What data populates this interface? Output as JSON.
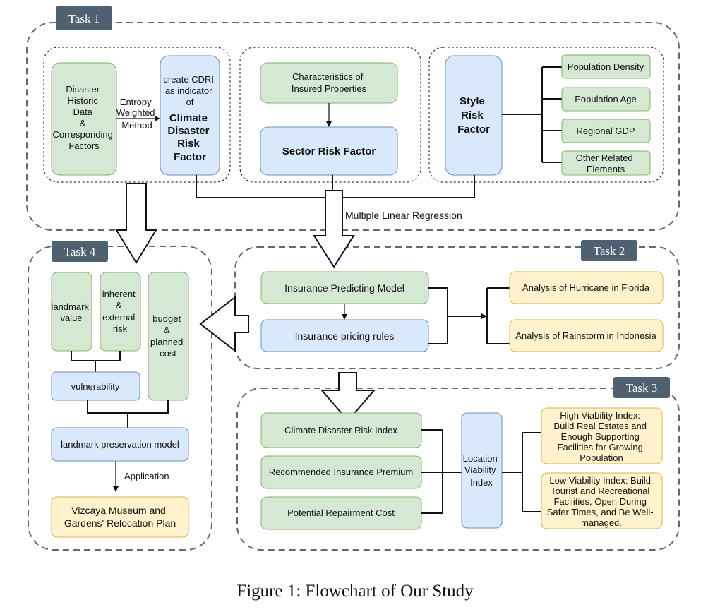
{
  "colors": {
    "green_fill": "#d5e8d4",
    "green_stroke": "#82b366",
    "blue_fill": "#dae8fc",
    "blue_stroke": "#6c8ebf",
    "yellow_fill": "#fff2cc",
    "yellow_stroke": "#d6b656",
    "tag_fill": "#4f6070",
    "dash_stroke": "#5b6b7b"
  },
  "tasks": {
    "task1": "Task 1",
    "task2": "Task 2",
    "task3": "Task 3",
    "task4": "Task 4"
  },
  "task1": {
    "disaster_data": [
      "Disaster",
      "Historic",
      "Data",
      "&",
      "Corresponding",
      "Factors"
    ],
    "entropy_label": [
      "Entropy",
      "Weighted",
      "Method"
    ],
    "cdri_intro": [
      "create CDRI",
      "as indicator",
      "of"
    ],
    "cdri_bold": [
      "Climate",
      "Disaster",
      "Risk",
      "Factor"
    ],
    "characteristics": [
      "Characteristics of",
      "Insured Properties"
    ],
    "sector_risk": "Sector Risk Factor",
    "style_risk": [
      "Style",
      "Risk",
      "Factor"
    ],
    "population_density": "Population Density",
    "population_age": "Population Age",
    "regional_gdp": "Regional GDP",
    "other_related": [
      "Other Related",
      "Elements"
    ],
    "regression_label": "Multiple Linear Regression"
  },
  "task2": {
    "predicting_model": "Insurance Predicting Model",
    "pricing_rules": "Insurance pricing rules",
    "hurricane": "Analysis of Hurricane in Florida",
    "rainstorm": "Analysis of Rainstorm in Indonesia"
  },
  "task3": {
    "cdri_index": "Climate Disaster Risk Index",
    "premium": "Recommended Insurance Premium",
    "repair_cost": "Potential Repairment Cost",
    "location_index": [
      "Location",
      "Viability",
      "Index"
    ],
    "high_index": [
      "High Viability Index:",
      "Build Real Estates and",
      "Enough Supporting",
      "Facilities for Growing",
      "Population"
    ],
    "low_index": [
      "Low Viability Index: Build",
      "Tourist and Recreational",
      "Facilities, Open During",
      "Safer Times, and  Be Well-",
      "managed."
    ]
  },
  "task4": {
    "landmark_value": [
      "landmark",
      "value"
    ],
    "inherent_risk": [
      "inherent",
      "&",
      "external",
      "risk"
    ],
    "budget": [
      "budget",
      "&",
      "planned",
      "cost"
    ],
    "vulnerability": "vulnerability",
    "preservation_model": "landmark preservation model",
    "application_label": "Application",
    "vizcaya": [
      "Vizcaya Museum and",
      "Gardens' Relocation Plan"
    ]
  },
  "caption": "Figure 1: Flowchart of Our Study"
}
